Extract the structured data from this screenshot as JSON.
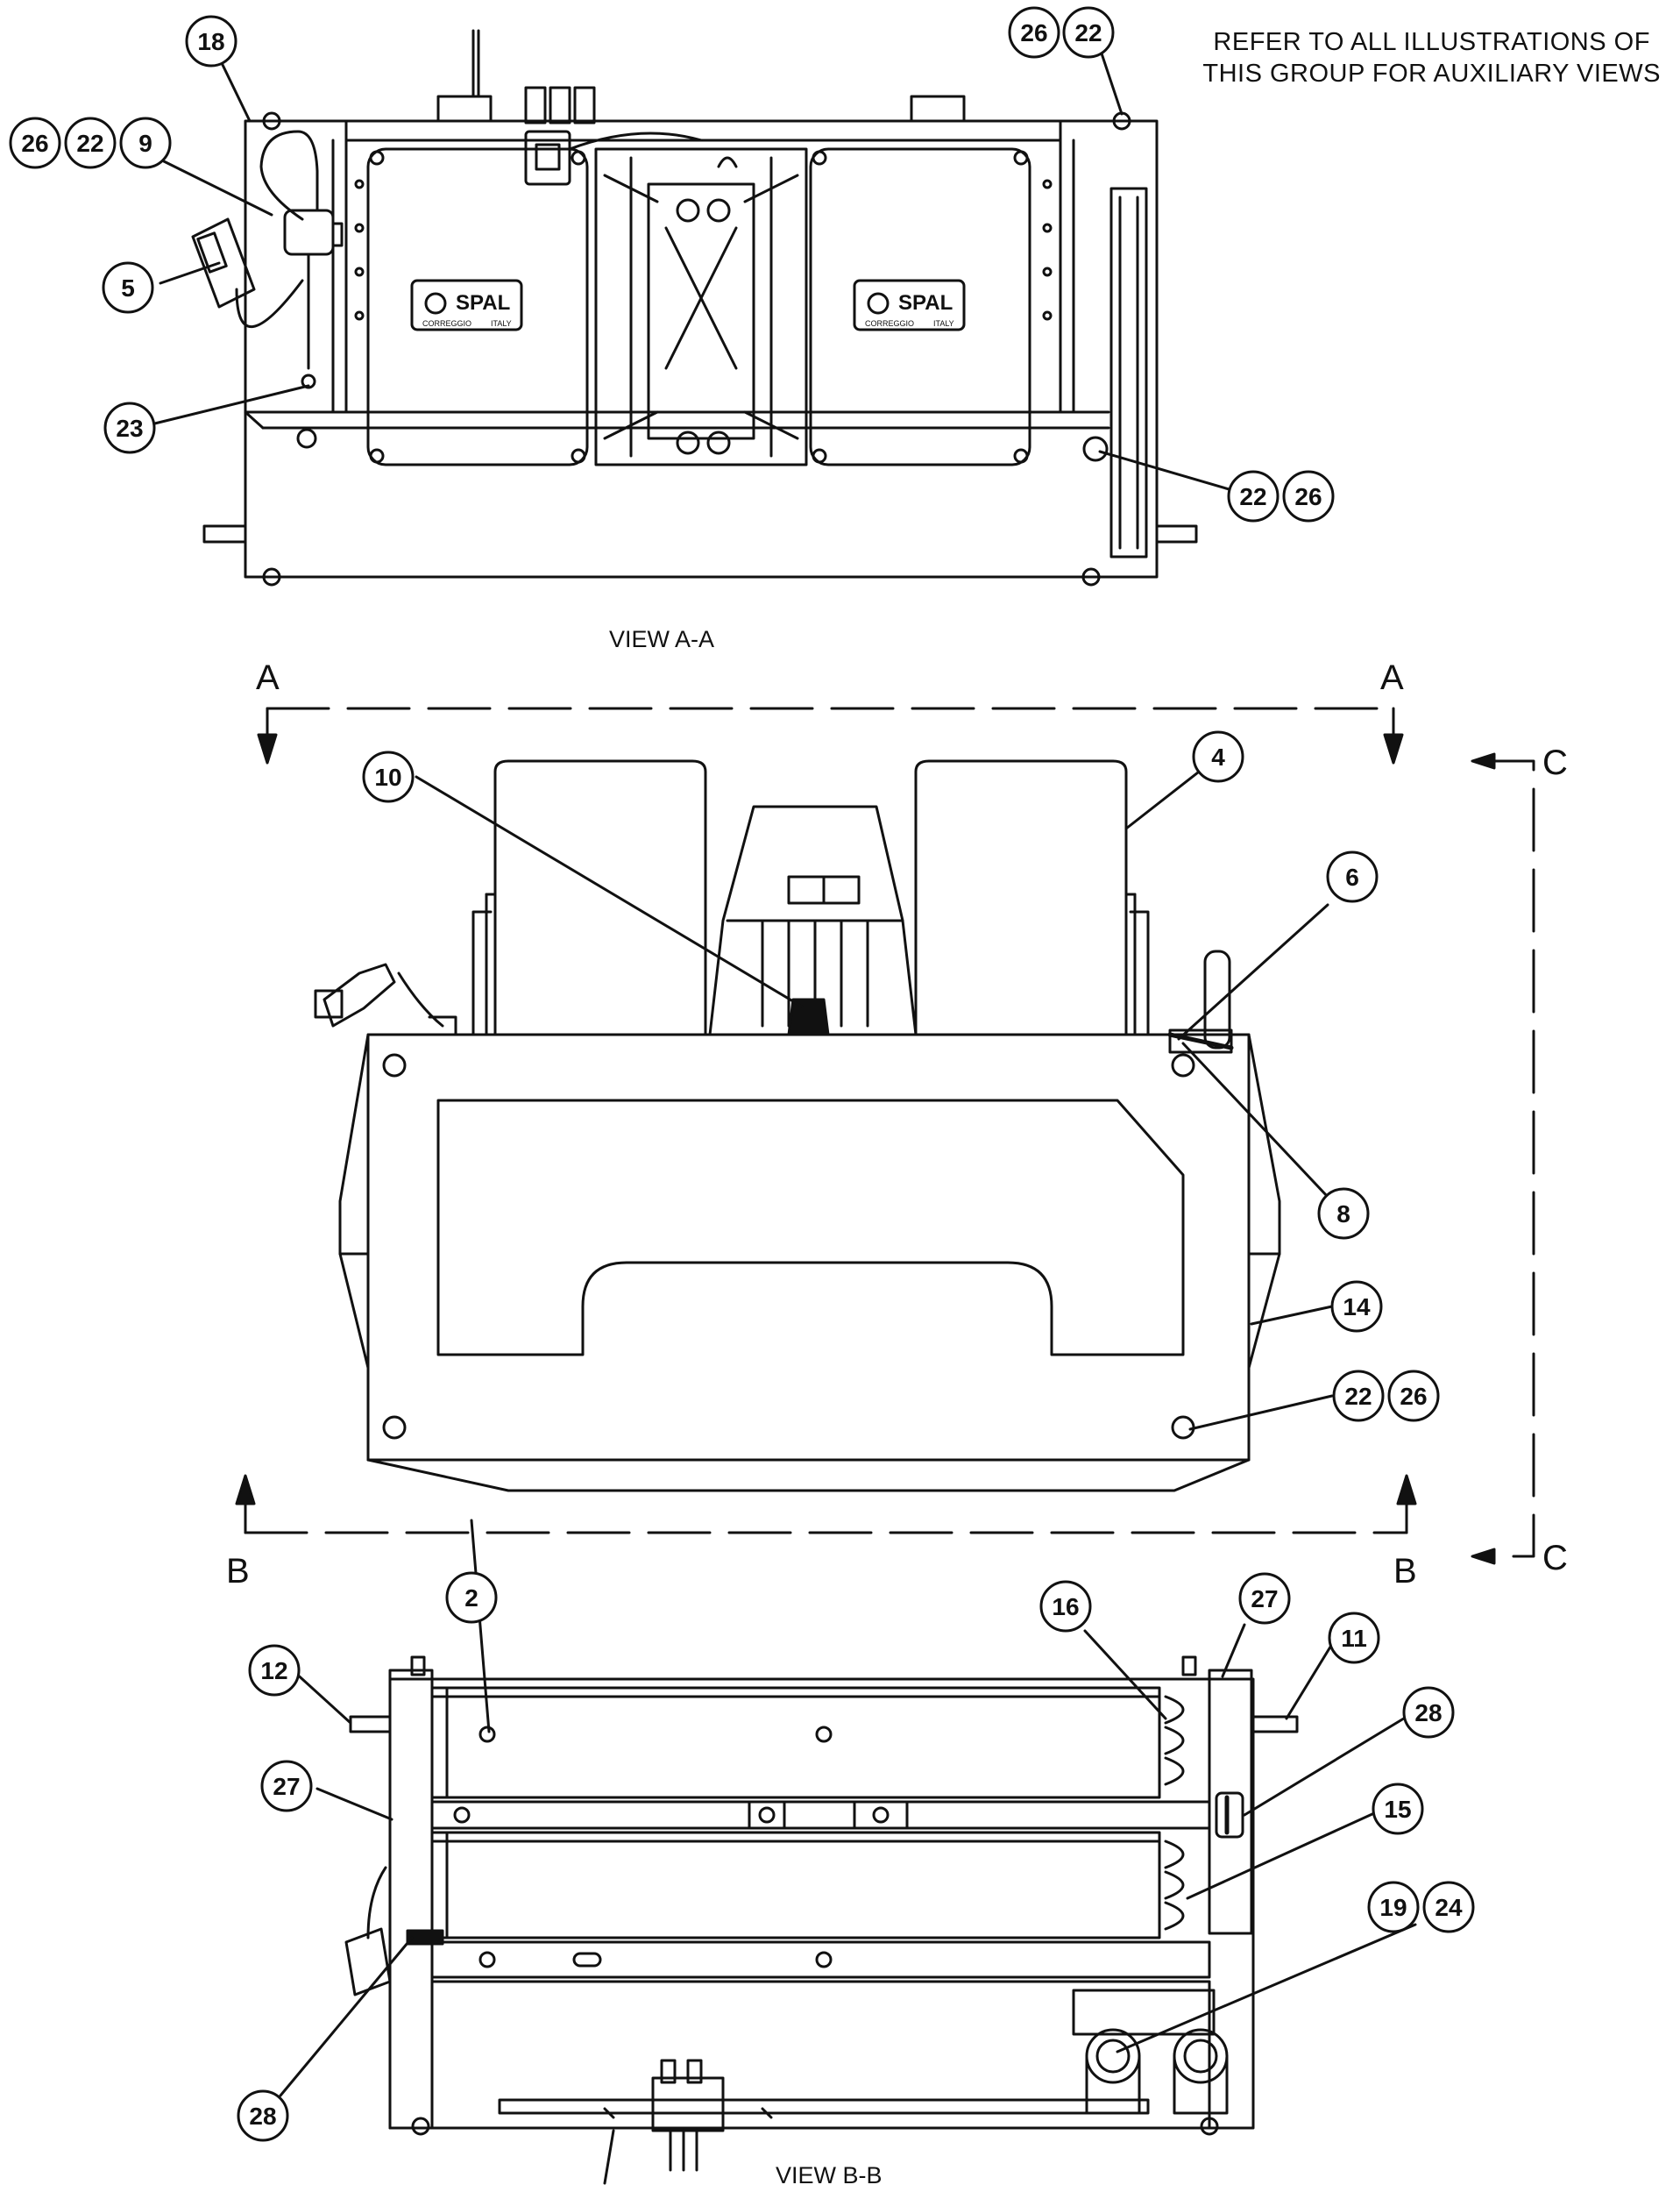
{
  "note": {
    "line1": "REFER TO ALL ILLUSTRATIONS OF",
    "line2": "THIS GROUP FOR AUXILIARY VIEWS"
  },
  "views": {
    "a": "VIEW A-A",
    "b": "VIEW B-B"
  },
  "section_letters": {
    "a_left": "A",
    "a_right": "A",
    "b_left": "B",
    "b_right": "B",
    "c_top": "C",
    "c_bottom": "C"
  },
  "brand": {
    "name": "SPAL",
    "origin_left": "CORREGGIO",
    "origin_right": "ITALY"
  },
  "callouts": {
    "c18": "18",
    "c26_top": "26",
    "c22_top": "22",
    "c26_left": "26",
    "c22_left": "22",
    "c9": "9",
    "c5": "5",
    "c23": "23",
    "c22_a": "22",
    "c26_a": "26",
    "c10": "10",
    "c4": "4",
    "c6": "6",
    "c8": "8",
    "c14": "14",
    "c22_mid": "22",
    "c26_mid": "26",
    "c2": "2",
    "c16": "16",
    "c27_top": "27",
    "c11": "11",
    "c12": "12",
    "c28_right": "28",
    "c27_left": "27",
    "c15": "15",
    "c19": "19",
    "c24": "24",
    "c28_bottom": "28"
  },
  "colors": {
    "line": "#111111",
    "paper": "#ffffff"
  }
}
